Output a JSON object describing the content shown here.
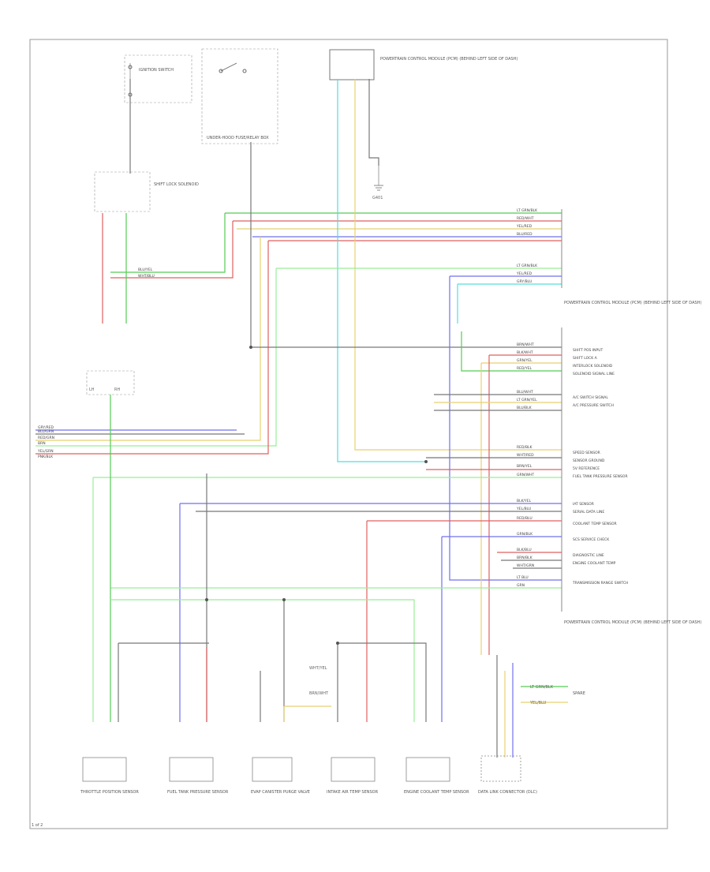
{
  "figure_id": "1 of 2",
  "colors": {
    "frame": "#9a9a9a",
    "wire_green": "#55cc55",
    "wire_red": "#e06060",
    "wire_yellow": "#e8d070",
    "wire_blue": "#7070ee",
    "wire_cyan": "#55dddd",
    "wire_gray": "#777777",
    "wire_light_green": "#99ee99"
  },
  "components": {
    "ignition_switch": "IGNITION SWITCH",
    "relay_box": "UNDER-HOOD FUSE/RELAY BOX",
    "pcm_upper": "POWERTRAIN CONTROL MODULE (PCM) (BEHIND LEFT SIDE OF DASH)",
    "pcm_lower": "POWERTRAIN CONTROL MODULE (PCM) (BEHIND LEFT SIDE OF DASH)",
    "ground": "G401",
    "sensor_1": "THROTTLE POSITION SENSOR",
    "sensor_2": "FUEL TANK PRESSURE SENSOR",
    "sensor_3": "EVAP CANISTER PURGE VALVE",
    "sensor_4": "INTAKE AIR TEMP SENSOR",
    "sensor_5": "ENGINE COOLANT TEMP SENSOR",
    "sensor_6": "DATA LINK CONNECTOR (DLC)",
    "connector_right": "SHIFT LOCK SOLENOID",
    "spare": "SPARE"
  },
  "pin_labels": [
    "SHIFT POS INPUT",
    "SHIFT LOCK A",
    "INTERLOCK SOLENOID",
    "SOLENOID SIGNAL LINE",
    "A/C SWITCH SIGNAL",
    "A/C PRESSURE SWITCH",
    "SPEED SENSOR",
    "SENSOR GROUND",
    "5V REFERENCE",
    "FUEL TANK PRESSURE SENSOR",
    "IAT SENSOR",
    "SERIAL DATA LINE",
    "COOLANT TEMP SENSOR",
    "SCS SERVICE CHECK",
    "DIAGNOSTIC LINE",
    "ENGINE COOLANT TEMP",
    "TRANSMISSION RANGE SWITCH"
  ],
  "wire_labels": [
    "LT GRN/BLK",
    "RED/WHT",
    "YEL/RED",
    "BLU/RED",
    "LT GRN/BLK",
    "YEL/RED",
    "GRY/BLU",
    "BLU/YEL",
    "WHT/BLU",
    "BRN/WHT",
    "BLK/WHT",
    "GRN/YEL",
    "RED/YEL",
    "BLU/WHT",
    "LT GRN/YEL",
    "BLU/BLK",
    "RED/BLK",
    "WHT/RED",
    "BRN/YEL",
    "GRN/WHT",
    "BLK/YEL",
    "YEL/BLU",
    "RED/BLU",
    "GRN/BLK",
    "BLK/BLU",
    "BRN/BLK",
    "WHT/GRN",
    "LT BLU",
    "GRN",
    "GRY/RED",
    "BLU/GRN",
    "RED/GRN",
    "BRN",
    "YEL/GRN",
    "PNK/BLK"
  ],
  "small_labels": {
    "left_sw": "LH",
    "right_sw": "RH",
    "wire_a": "WHT/YEL",
    "wire_b": "BRN/WHT",
    "dlc_1": "LT GRN/BLK",
    "dlc_2": "YEL/BLU"
  }
}
